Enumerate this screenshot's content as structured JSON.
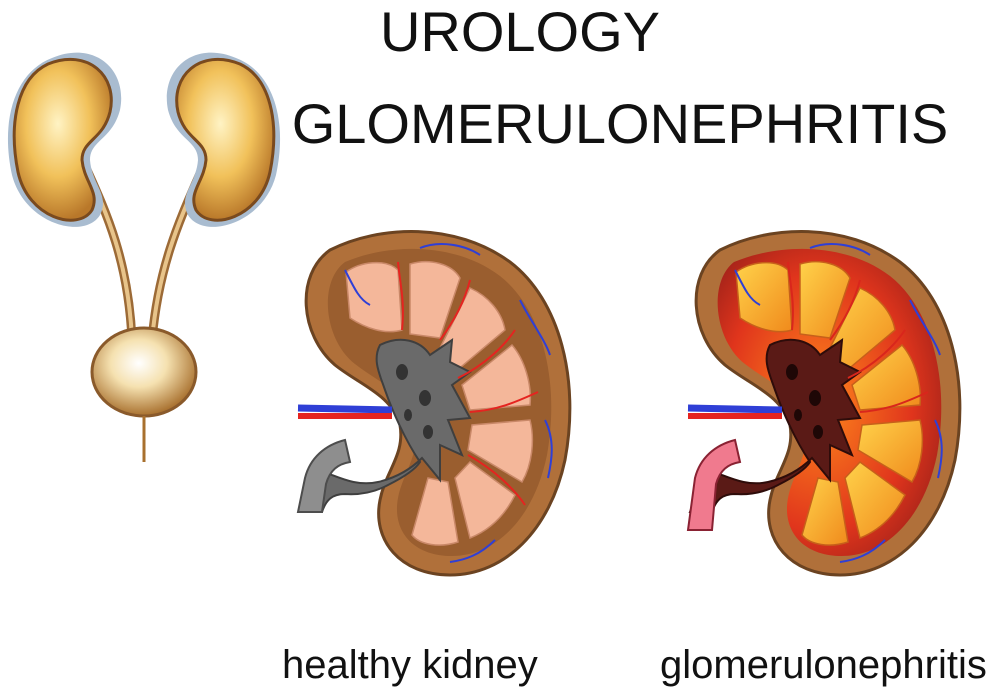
{
  "titles": {
    "line1": "UROLOGY",
    "line2": "GLOMERULONEPHRITIS"
  },
  "captions": {
    "healthy": "healthy kidney",
    "disease": "glomerulonephritis"
  },
  "colors": {
    "kidney_yellow": "#f1c15a",
    "kidney_brown": "#8a5a2b",
    "healthy_pyramid": "#f4b79a",
    "disease_pyramid": "#f5a623",
    "disease_red": "#d9261c",
    "artery_red": "#e52420",
    "vein_blue": "#2f3fd6",
    "ureter_gray": "#8e8e8e",
    "ureter_pink": "#e0506a"
  }
}
